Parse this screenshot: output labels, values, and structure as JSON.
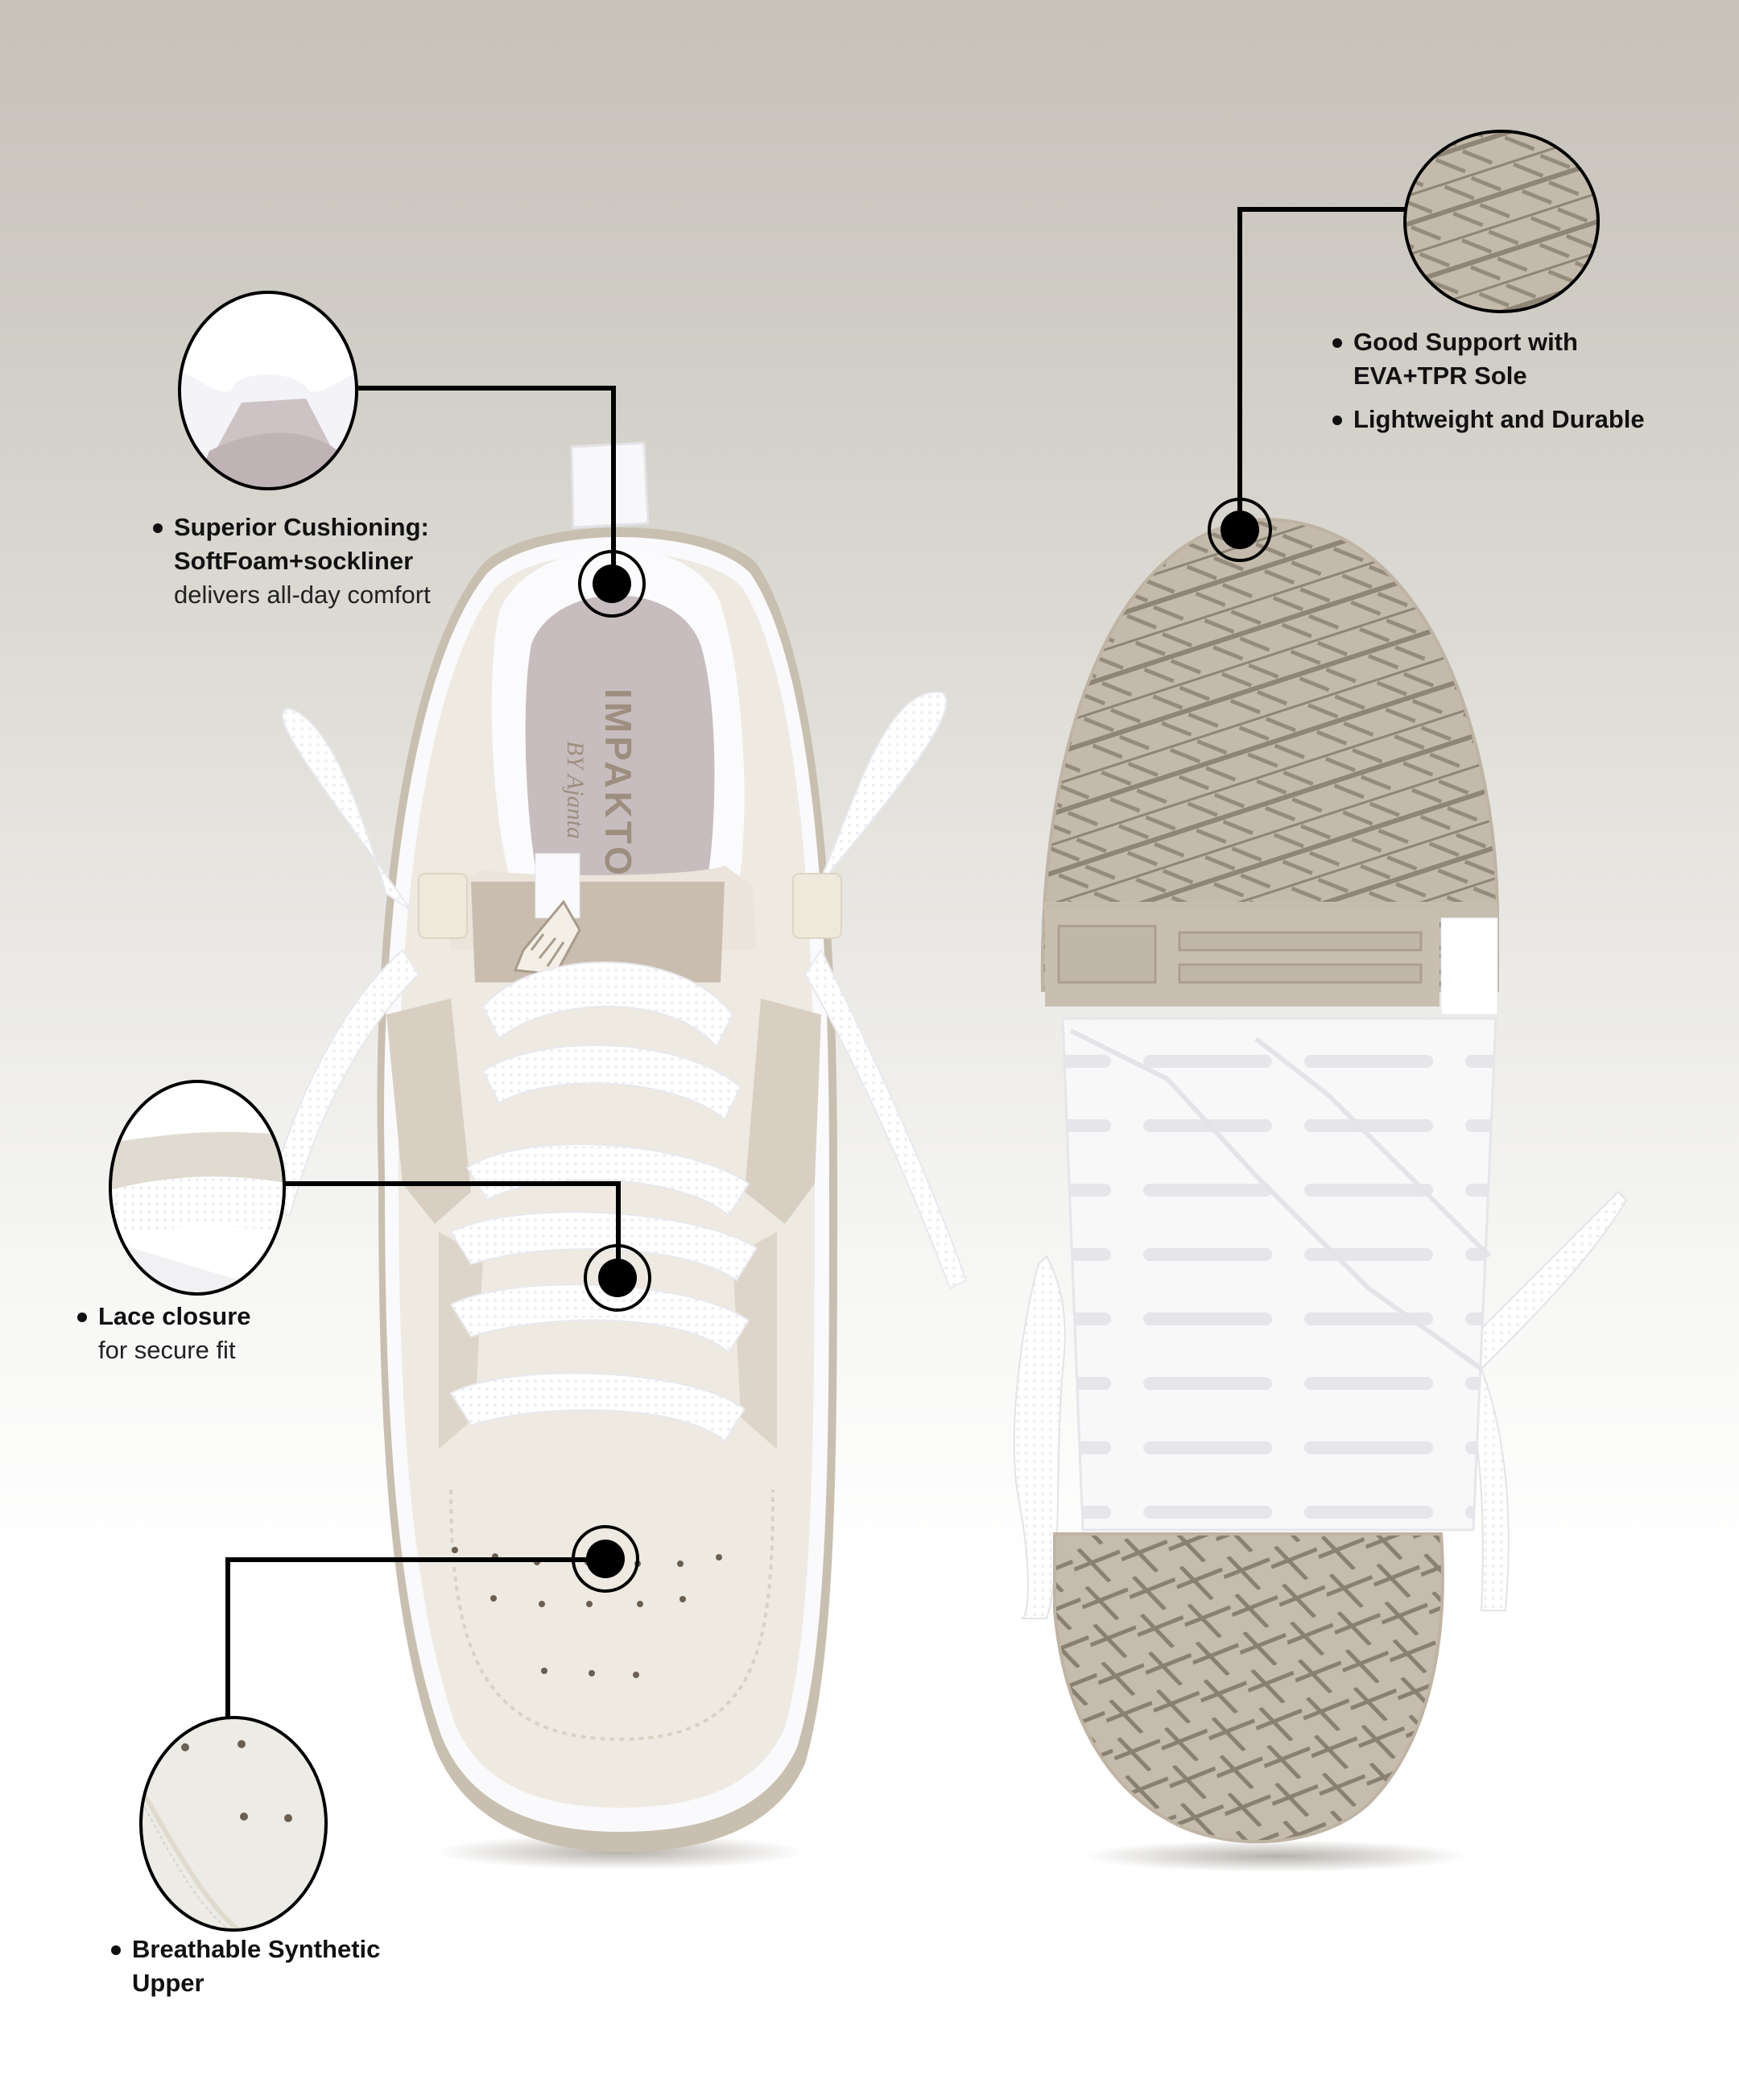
{
  "brand": {
    "insole_logo": "IMPAKTO",
    "insole_sub": "BY Ajanta"
  },
  "colors": {
    "background_top": "#c6c1b9",
    "background_bottom": "#ffffff",
    "sole_taupe": "#c2b8aa",
    "sole_groove": "#8f8576",
    "midsole_white": "#f7f7f8",
    "upper_cream": "#eeeae1",
    "insole_mauve": "#c7bcbd",
    "callout_line": "#000000"
  },
  "callouts": [
    {
      "id": "cushioning",
      "title_lines": [
        "Superior Cushioning:",
        "SoftFoam+sockliner"
      ],
      "detail": "delivers all-day comfort",
      "zoom_subject": "padded heel collar lining"
    },
    {
      "id": "sole",
      "items": [
        {
          "lines": [
            "Good Support with",
            "EVA+TPR Sole"
          ]
        },
        {
          "lines": [
            "Lightweight and Durable"
          ]
        }
      ],
      "zoom_subject": "outsole tread pattern"
    },
    {
      "id": "lace",
      "title_lines": [
        "Lace closure"
      ],
      "detail": "for secure fit",
      "zoom_subject": "white flat laces"
    },
    {
      "id": "upper",
      "title_lines": [
        "Breathable Synthetic",
        "Upper"
      ],
      "zoom_subject": "perforated toe box"
    }
  ]
}
